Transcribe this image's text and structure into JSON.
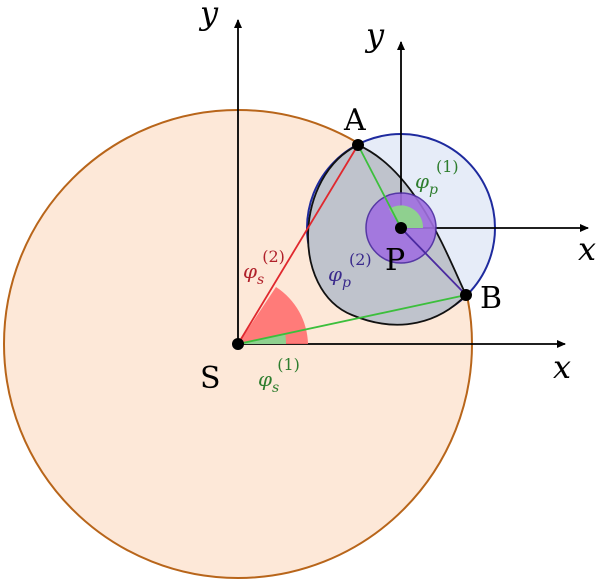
{
  "points": {
    "S": "S",
    "P": "P",
    "A": "A",
    "B": "B"
  },
  "axes": {
    "s_x": "x",
    "s_y": "y",
    "p_x": "x",
    "p_y": "y"
  },
  "angles": {
    "phi_s1": {
      "symbol": "φ",
      "sub": "s",
      "sup": "(1)"
    },
    "phi_s2": {
      "symbol": "φ",
      "sub": "s",
      "sup": "(2)"
    },
    "phi_p1": {
      "symbol": "φ",
      "sub": "p",
      "sup": "(1)"
    },
    "phi_p2": {
      "symbol": "φ",
      "sub": "p",
      "sup": "(2)"
    }
  },
  "colors": {
    "big_circle_fill": "#fde8d8",
    "big_circle_stroke": "#b8651a",
    "small_circle_fill": "#e6ecf8",
    "small_circle_stroke": "#1e2a9e",
    "lens_fill": "#bfc3cc",
    "red": "#e0282e",
    "red_wedge": "#ff6f6f",
    "green": "#3cbf3c",
    "green_wedge": "#8fd08f",
    "purple": "#4b2aa0",
    "purple_wedge": "#a070e0",
    "label_red": "#b0202a",
    "label_green": "#2e7d2e",
    "label_purple": "#3a2a8c"
  }
}
